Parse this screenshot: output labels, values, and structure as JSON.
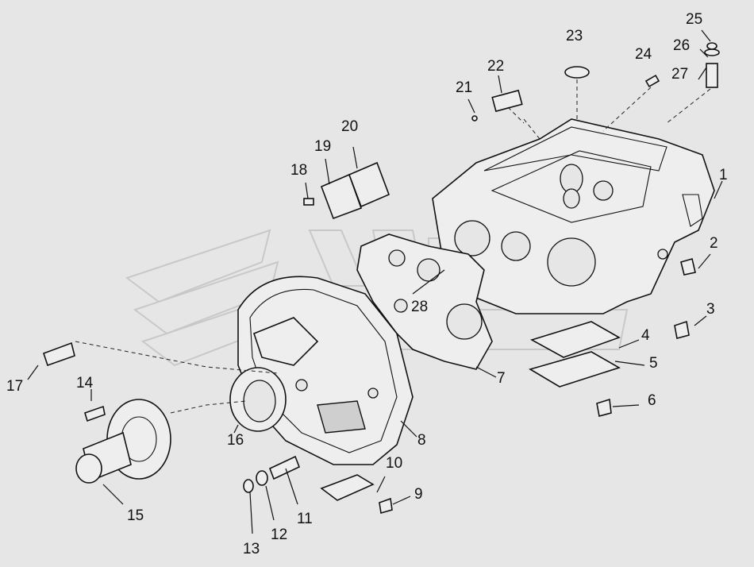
{
  "diagram": {
    "part_labels": [
      "1",
      "2",
      "3",
      "4",
      "5",
      "6",
      "7",
      "8",
      "9",
      "10",
      "11",
      "12",
      "13",
      "14",
      "15",
      "16",
      "17",
      "18",
      "19",
      "20",
      "21",
      "22",
      "23",
      "24",
      "25",
      "26",
      "27",
      "28"
    ]
  },
  "colors": {
    "background": "#e6e6e6",
    "line": "#111111",
    "watermark": "#c8c8c8"
  }
}
